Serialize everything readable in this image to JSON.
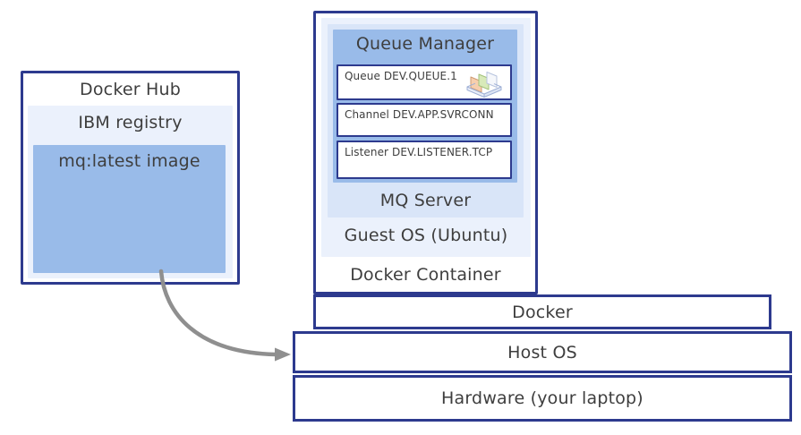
{
  "docker_hub": {
    "title": "Docker Hub",
    "registry_label": "IBM registry",
    "image_label": "mq:latest image"
  },
  "container": {
    "label": "Docker Container",
    "guest_os_label": "Guest OS (Ubuntu)",
    "mq_server_label": "MQ Server",
    "queue_manager": {
      "title": "Queue Manager",
      "items": [
        {
          "label": "Queue DEV.QUEUE.1",
          "icon": "queue-tray-icon"
        },
        {
          "label": "Channel DEV.APP.SVRCONN"
        },
        {
          "label": "Listener DEV.LISTENER.TCP"
        }
      ]
    }
  },
  "stack": {
    "docker_label": "Docker",
    "host_os_label": "Host OS",
    "hardware_label": "Hardware (your laptop)"
  },
  "colors": {
    "border_navy": "#2d3a8e",
    "panel_blue": "#99bbe9",
    "panel_light_blue": "#d9e5f8",
    "panel_lightest_blue": "#ebf1fc",
    "text": "#3e3e3e",
    "arrow_gray": "#8f8f8f"
  }
}
